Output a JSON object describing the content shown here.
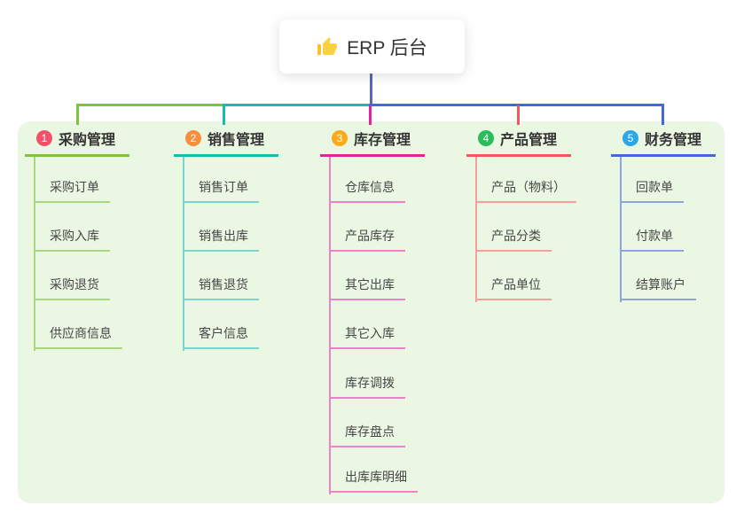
{
  "root": {
    "label": "ERP 后台",
    "icon": "thumbs-up-icon"
  },
  "panel_color": "#eaf7e3",
  "root_connector_color": "#5867c3",
  "branches": [
    {
      "number": "1",
      "title": "采购管理",
      "badge_color": "#f4506a",
      "line_color": "#80c242",
      "item_line_color": "#a9d67f",
      "items": [
        {
          "label": "采购订单"
        },
        {
          "label": "采购入库"
        },
        {
          "label": "采购退货"
        },
        {
          "label": "供应商信息"
        }
      ]
    },
    {
      "number": "2",
      "title": "销售管理",
      "badge_color": "#f98e3d",
      "line_color": "#14bcb2",
      "item_line_color": "#79d5cd",
      "items": [
        {
          "label": "销售订单"
        },
        {
          "label": "销售出库"
        },
        {
          "label": "销售退货"
        },
        {
          "label": "客户信息"
        }
      ]
    },
    {
      "number": "3",
      "title": "库存管理",
      "badge_color": "#fbaa19",
      "line_color": "#e0269e",
      "item_line_color": "#ee82c8",
      "items": [
        {
          "label": "仓库信息"
        },
        {
          "label": "产品库存"
        },
        {
          "label": "其它出库"
        },
        {
          "label": "其它入库"
        },
        {
          "label": "库存调拨"
        },
        {
          "label": "库存盘点"
        },
        {
          "label": "出库库明细"
        }
      ]
    },
    {
      "number": "4",
      "title": "产品管理",
      "badge_color": "#2abd5e",
      "line_color": "#f25a5a",
      "item_line_color": "#f79f9f",
      "items": [
        {
          "label": "产品（物料）"
        },
        {
          "label": "产品分类"
        },
        {
          "label": "产品单位"
        }
      ]
    },
    {
      "number": "5",
      "title": "财务管理",
      "badge_color": "#2aa7e8",
      "line_color": "#4468d5",
      "item_line_color": "#8ca4e4",
      "items": [
        {
          "label": "回款单"
        },
        {
          "label": "付款单"
        },
        {
          "label": "结算账户"
        }
      ]
    }
  ]
}
